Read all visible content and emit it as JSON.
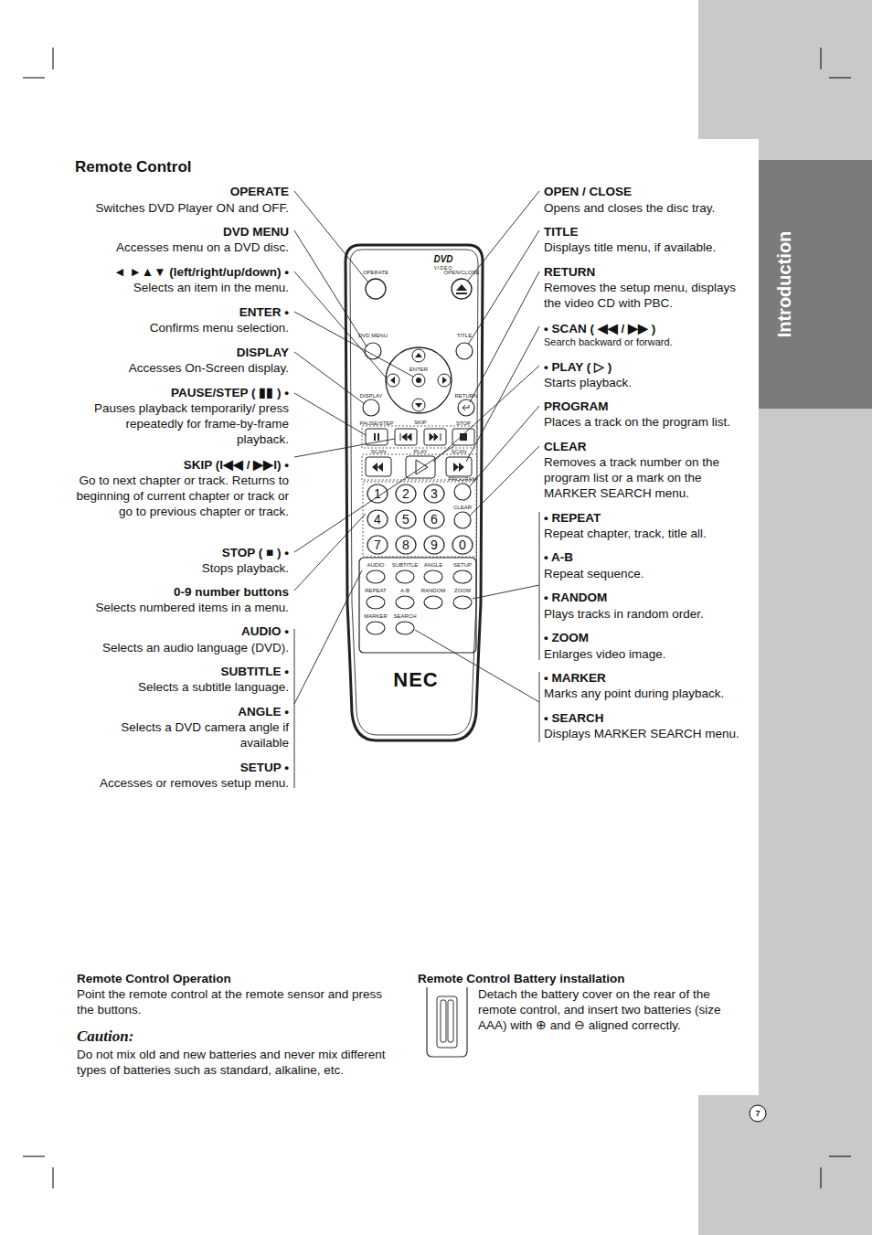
{
  "diagram": {
    "title": "Remote Control",
    "labels": [
      "OPERATE",
      "Switches DVD Player ON and OFF.",
      "DVD MENU",
      "Accesses menu on a DVD disc.",
      "◄ ►▲▼ (left/right/up/down) •",
      "Selects an item in the menu.",
      "ENTER •",
      "Confirms menu selection.",
      "DISPLAY",
      "Accesses On-Screen display.",
      "PAUSE/STEP ( ▮▮ ) •",
      "Pauses playback temporarily/ press repeatedly for frame-by-frame playback.",
      "SKIP (I◀◀ / ▶▶I) •",
      "Go to next chapter or track. Returns to beginning of current chapter or track or go to previous chapter or track.",
      "STOP ( ■ ) •",
      "Stops playback.",
      "0-9 number buttons",
      "Selects numbered items in a menu.",
      "AUDIO •",
      "Selects an audio language (DVD).",
      "SUBTITLE •",
      "Selects a subtitle language.",
      "ANGLE •",
      "Selects a DVD camera angle if available",
      "SETUP •",
      "Accesses or removes setup menu.",
      "OPEN / CLOSE",
      "Opens and closes the disc tray.",
      "TITLE",
      "Displays title menu, if available.",
      "RETURN",
      "Removes the setup menu, displays the video CD with PBC.",
      "• SCAN ( ◀◀ / ▶▶ )",
      "Search backward or forward.",
      "• PLAY ( ▷ )",
      "Starts playback.",
      "PROGRAM",
      "Places a track on the program list.",
      "CLEAR",
      "Removes a track number on the program list or a mark on the MARKER SEARCH menu.",
      "• REPEAT",
      "Repeat chapter, track, title all.",
      "• A-B",
      "Repeat sequence.",
      "• RANDOM",
      "Plays tracks in random order.",
      "• ZOOM",
      "Enlarges video image.",
      "• MARKER",
      "Marks any point during playback.",
      "• SEARCH",
      "Displays MARKER SEARCH menu.",
      "Remote Control Operation",
      "Point the remote control at the remote sensor and press the buttons.",
      "Caution:",
      "Do not mix old and new batteries and never mix different types of batteries such as standard, alkaline, etc.",
      "Remote Control Battery installation",
      "Detach the battery cover on the rear of the remote control, and insert two batteries (size AAA) with ⊕ and ⊖ aligned correctly.",
      "Introduction",
      "7",
      "OPERATE",
      "DVD",
      "VIDEO",
      "OPEN/CLOSE",
      "DVD MENU",
      "TITLE",
      "ENTER",
      "DISPLAY",
      "RETURN",
      "PAUSE/STEP",
      "SKIP",
      "STOP",
      "SCAN",
      "PLAY",
      "SCAN",
      "PROGRAM",
      "CLEAR",
      "1",
      "2",
      "3",
      "4",
      "5",
      "6",
      "7",
      "8",
      "9",
      "0",
      "AUDIO",
      "SUBTITLE",
      "ANGLE",
      "SETUP",
      "REPEAT",
      "A-B",
      "RANDOM",
      "ZOOM",
      "MARKER",
      "SEARCH",
      "NEC"
    ]
  }
}
